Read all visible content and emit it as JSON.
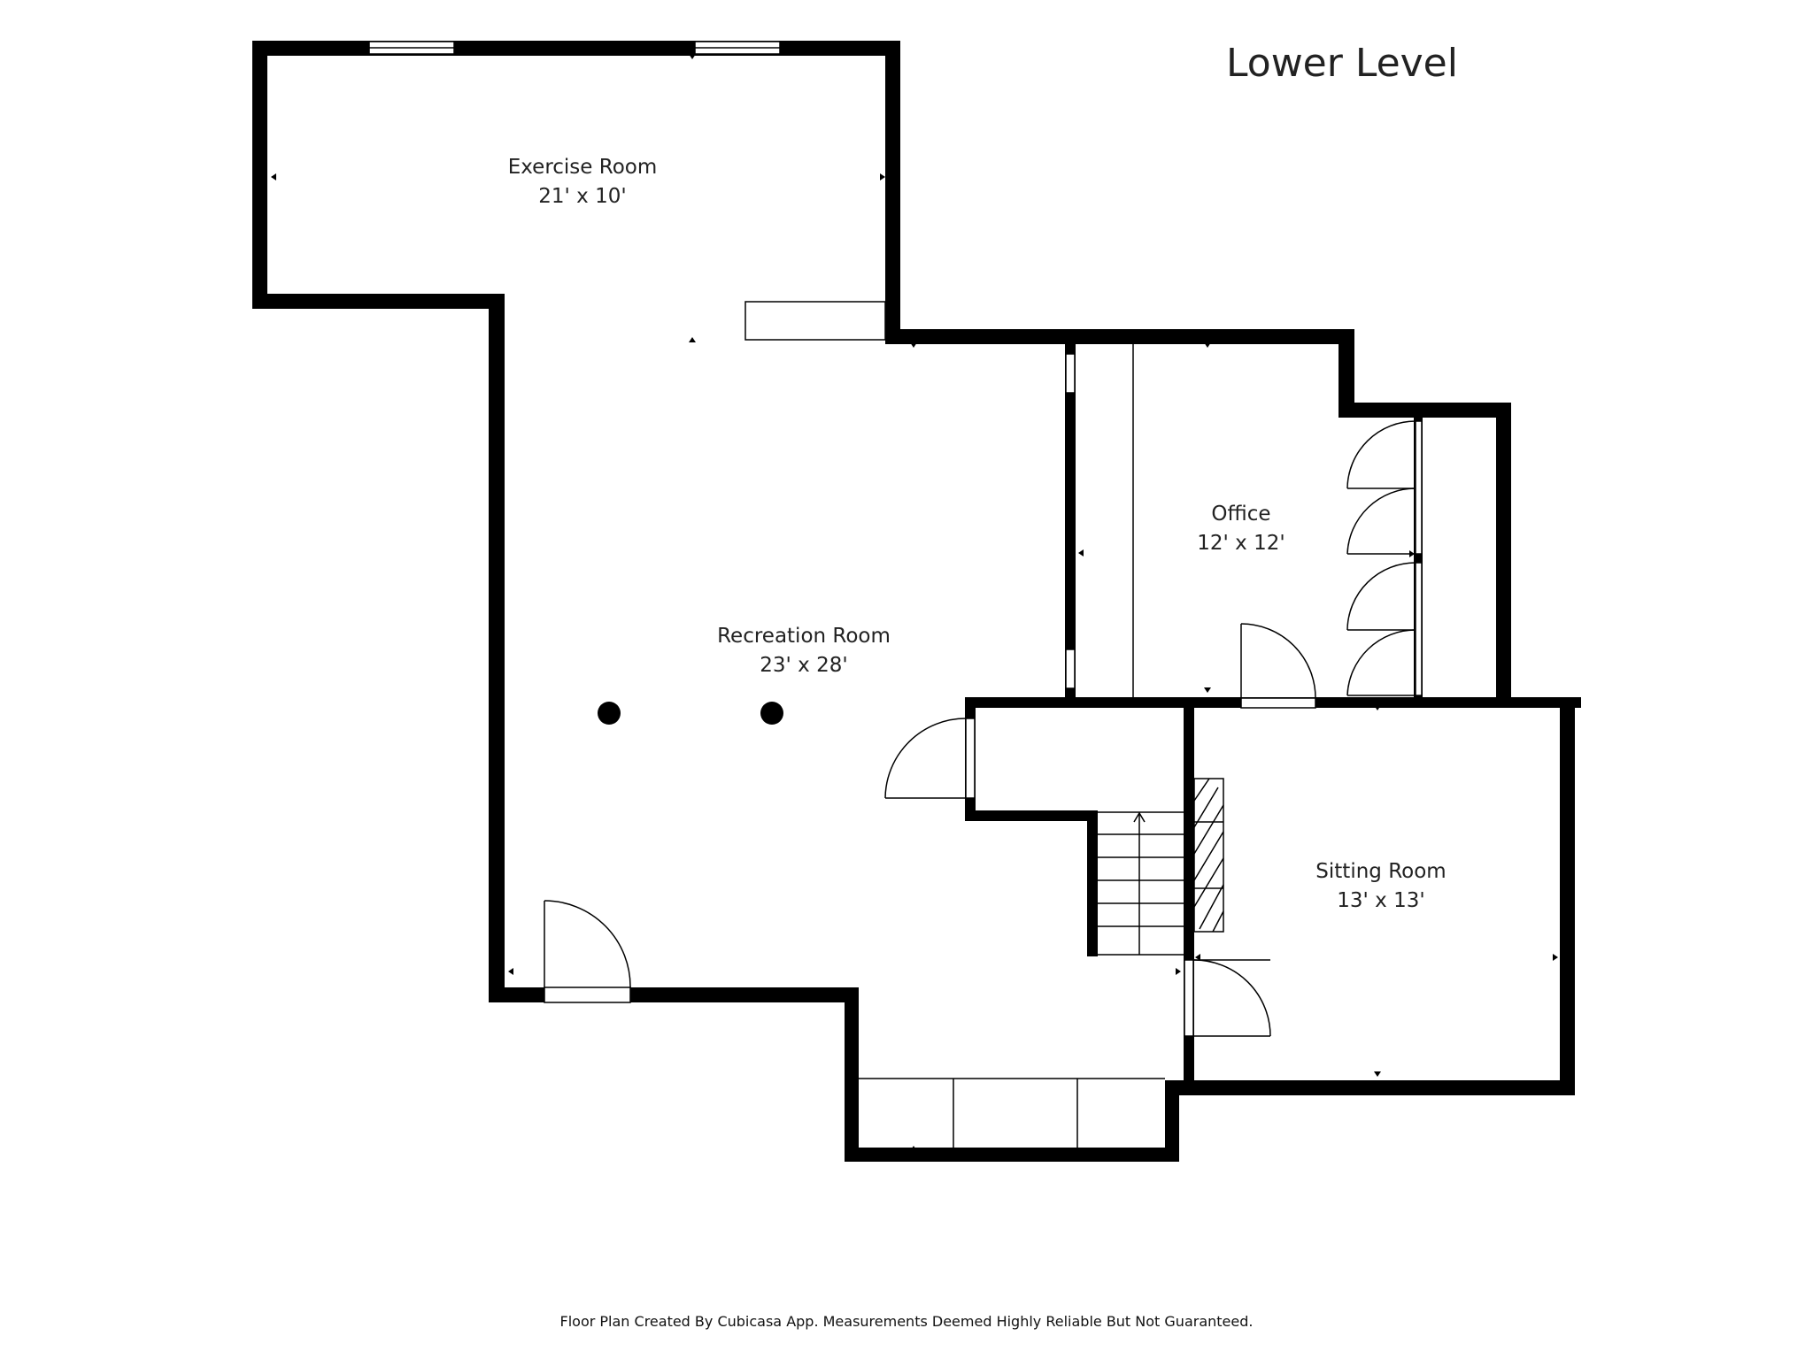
{
  "title": "Lower Level",
  "rooms": [
    {
      "name": "Exercise Room",
      "size": "21' x 10'"
    },
    {
      "name": "Recreation Room",
      "size": "23' x 28'"
    },
    {
      "name": "Office",
      "size": "12' x 12'"
    },
    {
      "name": "Sitting Room",
      "size": "13' x 13'"
    }
  ],
  "footer": "Floor Plan Created By Cubicasa App. Measurements Deemed Highly Reliable But Not Guaranteed.",
  "colors": {
    "wall": "#000000",
    "background": "#ffffff",
    "text": "#222222"
  }
}
